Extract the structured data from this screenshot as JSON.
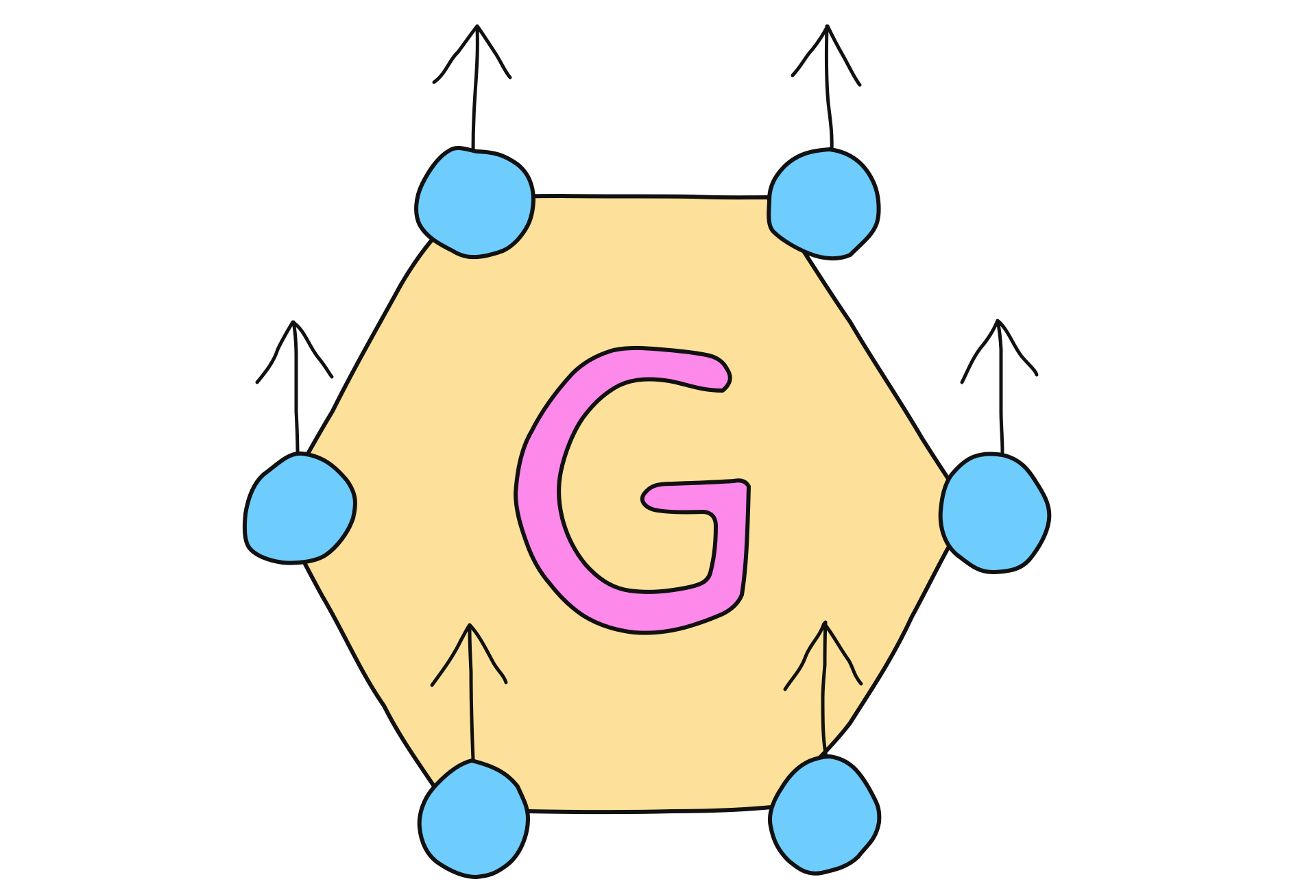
{
  "diagram": {
    "center_label": "G",
    "colors": {
      "background": "#ffffff",
      "hexagon_fill": "#fde09a",
      "node_fill": "#6fcdfd",
      "letter_fill": "#fd89ea",
      "outline": "#111111"
    },
    "nodes": [
      {
        "id": "top-left",
        "arrow": "up"
      },
      {
        "id": "top-right",
        "arrow": "up"
      },
      {
        "id": "left",
        "arrow": "up"
      },
      {
        "id": "right",
        "arrow": "up"
      },
      {
        "id": "bottom-left",
        "arrow": "up"
      },
      {
        "id": "bottom-right",
        "arrow": "up"
      }
    ]
  }
}
